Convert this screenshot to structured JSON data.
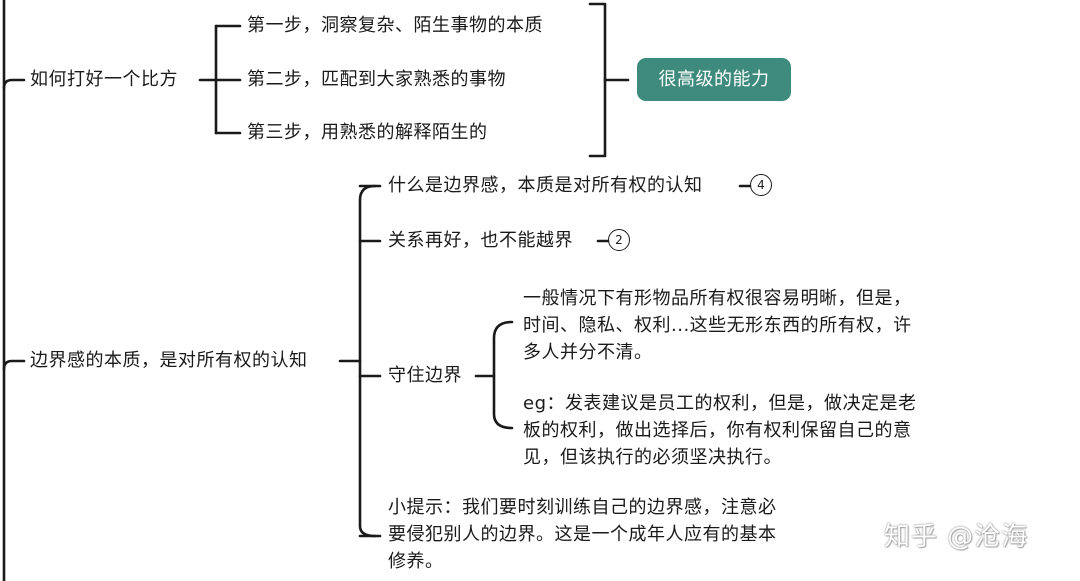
{
  "nodes": {
    "branch1": "如何打好一个比方",
    "step1": "第一步，洞察复杂、陌生事物的本质",
    "step2": "第二步，匹配到大家熟悉的事物",
    "step3": "第三步，用熟悉的解释陌生的",
    "summary_badge": "很高级的能力",
    "branch2": "边界感的本质，是对所有权的认知",
    "what_is_boundary": "什么是边界感，本质是对所有权的认知",
    "what_is_boundary_count": "4",
    "relationship": "关系再好，也不能越界",
    "relationship_count": "2",
    "keep_boundary": "守住边界",
    "note_ownership_1": "一般情况下有形物品所有权很容易明晰，但是，",
    "note_ownership_2": "时间、隐私、权利...这些无形东西的所有权，许",
    "note_ownership_3": "多人并分不清。",
    "note_example_1": "eg：发表建议是员工的权利，但是，做决定是老",
    "note_example_2": "板的权利，做出选择后，你有权利保留自己的意",
    "note_example_3": "见，但该执行的必须坚决执行。",
    "tip_1": "小提示：我们要时刻训练自己的边界感，注意必",
    "tip_2": "要侵犯别人的边界。这是一个成年人应有的基本",
    "tip_3": "修养。"
  },
  "watermark": "知乎 @沧海",
  "colors": {
    "badge": "#3e8a7c",
    "line": "#1a1a1a"
  }
}
